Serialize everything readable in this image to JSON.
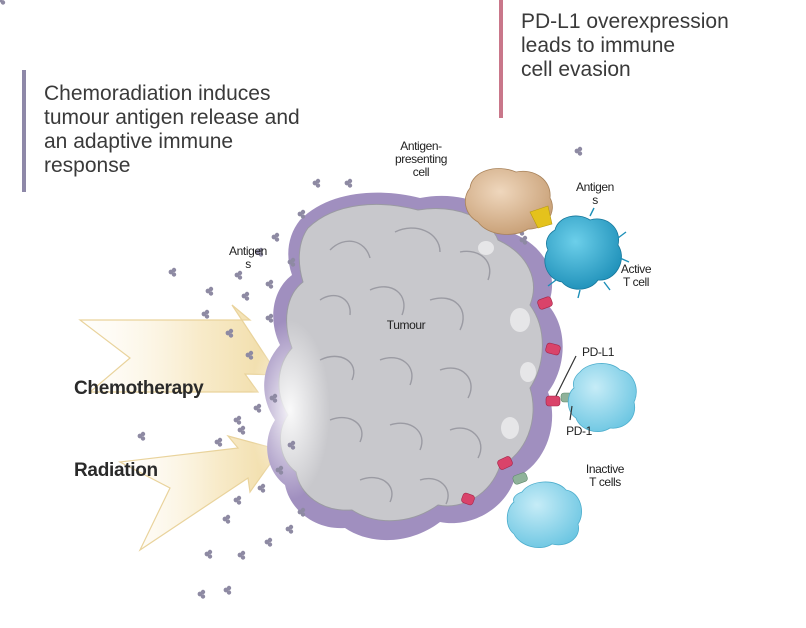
{
  "headings": {
    "left": "Chemoradiation induces\ntumour antigen release and\nan adaptive immune\nresponse",
    "right": "PD-L1 overexpression\nleads to immune\ncell evasion"
  },
  "labels": {
    "apc": "Antigen-\npresenting\ncell",
    "antigens_top": "Antigen\ns",
    "antigens_left": "Antigen\ns",
    "tumour": "Tumour",
    "active_t_cell": "Active\nT cell",
    "pd_l1": "PD-L1",
    "pd_1": "PD-1",
    "inactive_t_cells": "Inactive\nT cells",
    "chemotherapy": "Chemotherapy",
    "radiation": "Radiation"
  },
  "colors": {
    "left_bar": "#8e88a8",
    "right_bar": "#c9778a",
    "tumour_fill": "#c8c8cc",
    "tumour_rim": "#a08fbf",
    "t_cell": "#3fb6d8",
    "inactive_t_cell": "#8fd5ea",
    "apc": "#d7b48f",
    "pd_l1": "#d9436a",
    "pd_1": "#8fb29a",
    "antigen": "#8e8aa3",
    "yellow": "#e4c21c"
  }
}
